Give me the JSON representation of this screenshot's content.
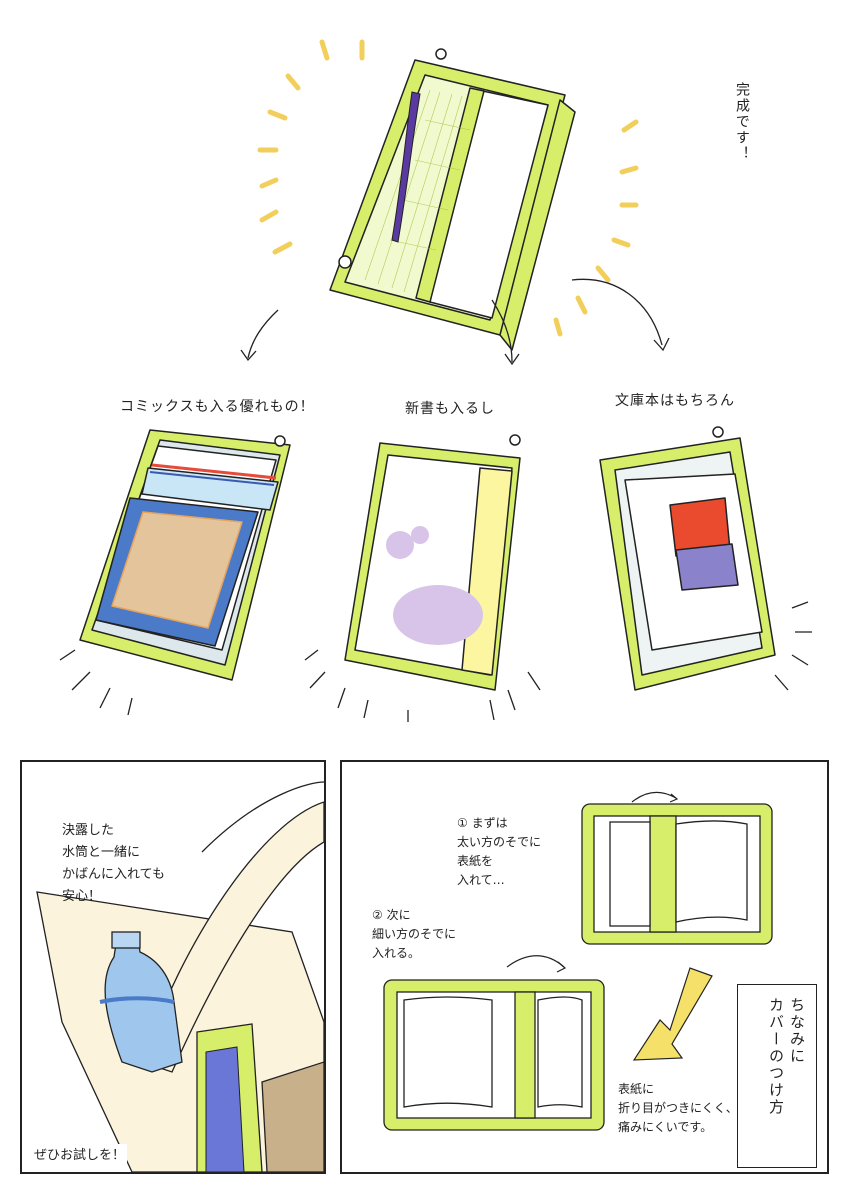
{
  "top": {
    "announce": "完成です！",
    "captions": {
      "comics": "コミックスも入る優れもの！",
      "shinsho": "新書も入るし",
      "bunko": "文庫本はもちろん"
    }
  },
  "panel_left": {
    "speech": "決露した\n水筒と一緒に\nかばんに入れても\n安心！",
    "footer": "ぜひお試しを！"
  },
  "panel_right": {
    "step1": "① まずは\n太い方のそでに\n表紙を\n入れて…",
    "step2": "② 次に\n細い方のそでに\n入れる。",
    "note": "表紙に\n折り目がつきにくく、\n痛みにくいです。",
    "title": "ちなみに\nカバーのつけ方"
  },
  "colors": {
    "lime": "#d6ee6a",
    "lime_dark": "#9fc23a",
    "sun": "#f2cf5a",
    "arrow_yellow": "#f5e16a",
    "purple": "#5a3aa0",
    "bottle": "#9fc7ee",
    "bag": "#fbf3dc"
  }
}
